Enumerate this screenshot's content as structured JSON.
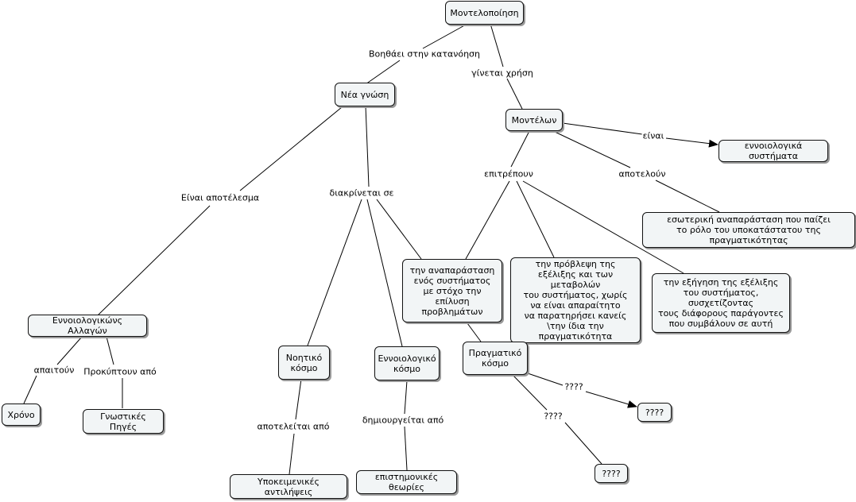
{
  "nodes": {
    "modeling": "Μοντελοποίηση",
    "new_knowledge": "Νέα γνώση",
    "models": "Μοντέλων",
    "conceptual_systems": "εννοιολογικά συστήματα",
    "internal_representation": "εσωτερική αναπαράσταση που παίζει\nτο ρόλο του υποκατάστατου της πραγματικότητας",
    "representation_problem": "την αναπαράσταση\nενός συστήματος\nμε στόχο την\nεπίλυση προβλημάτων",
    "prediction": "την πρόβλεψη της\nεξέλιξης και των μεταβολών\nτου συστήματος, χωρίς\nνα είναι απαραίτητο\nνα παρατηρήσει κανείς\n\\την ίδια την πραγματικότητα",
    "explanation": "την εξήγηση της εξέλιξης\nτου συστήματος, συσχετίζοντας\nτους διάφορους παράγοντες\nπου συμβάλουν σε αυτή",
    "conceptual_changes": "Εννοιολογικώνς Αλλαγών",
    "time": "Χρόνο",
    "cognitive_sources": "Γνωστικές Πηγές",
    "noetic_world": "Νοητικό\nκόσμο",
    "conceptual_world": "Εννοιολογικό\nκόσμο",
    "real_world": "Πραγματικό\nκόσμο",
    "unknown_1": "????",
    "unknown_2": "????",
    "subjective_perceptions": "Υποκειμενικές αντιλήψεις",
    "scientific_theories": "επιστημονικές θεωρίες"
  },
  "links": {
    "helps_understanding": "Βοηθάει στην κατανόηση",
    "makes_use": "γίνεται χρήση",
    "is_result": "Είναι αποτέλεσμα",
    "distinguished_in": "διακρίνεται σε",
    "are": "είναι",
    "allow": "επιτρέπουν",
    "constitute": "αποτελούν",
    "require": "απαιτούν",
    "arise_from": "Προκύπτουν από",
    "consists_of": "αποτελείται από",
    "created_by": "δημιουργείται από",
    "unknown_a": "????",
    "unknown_b": "????"
  }
}
